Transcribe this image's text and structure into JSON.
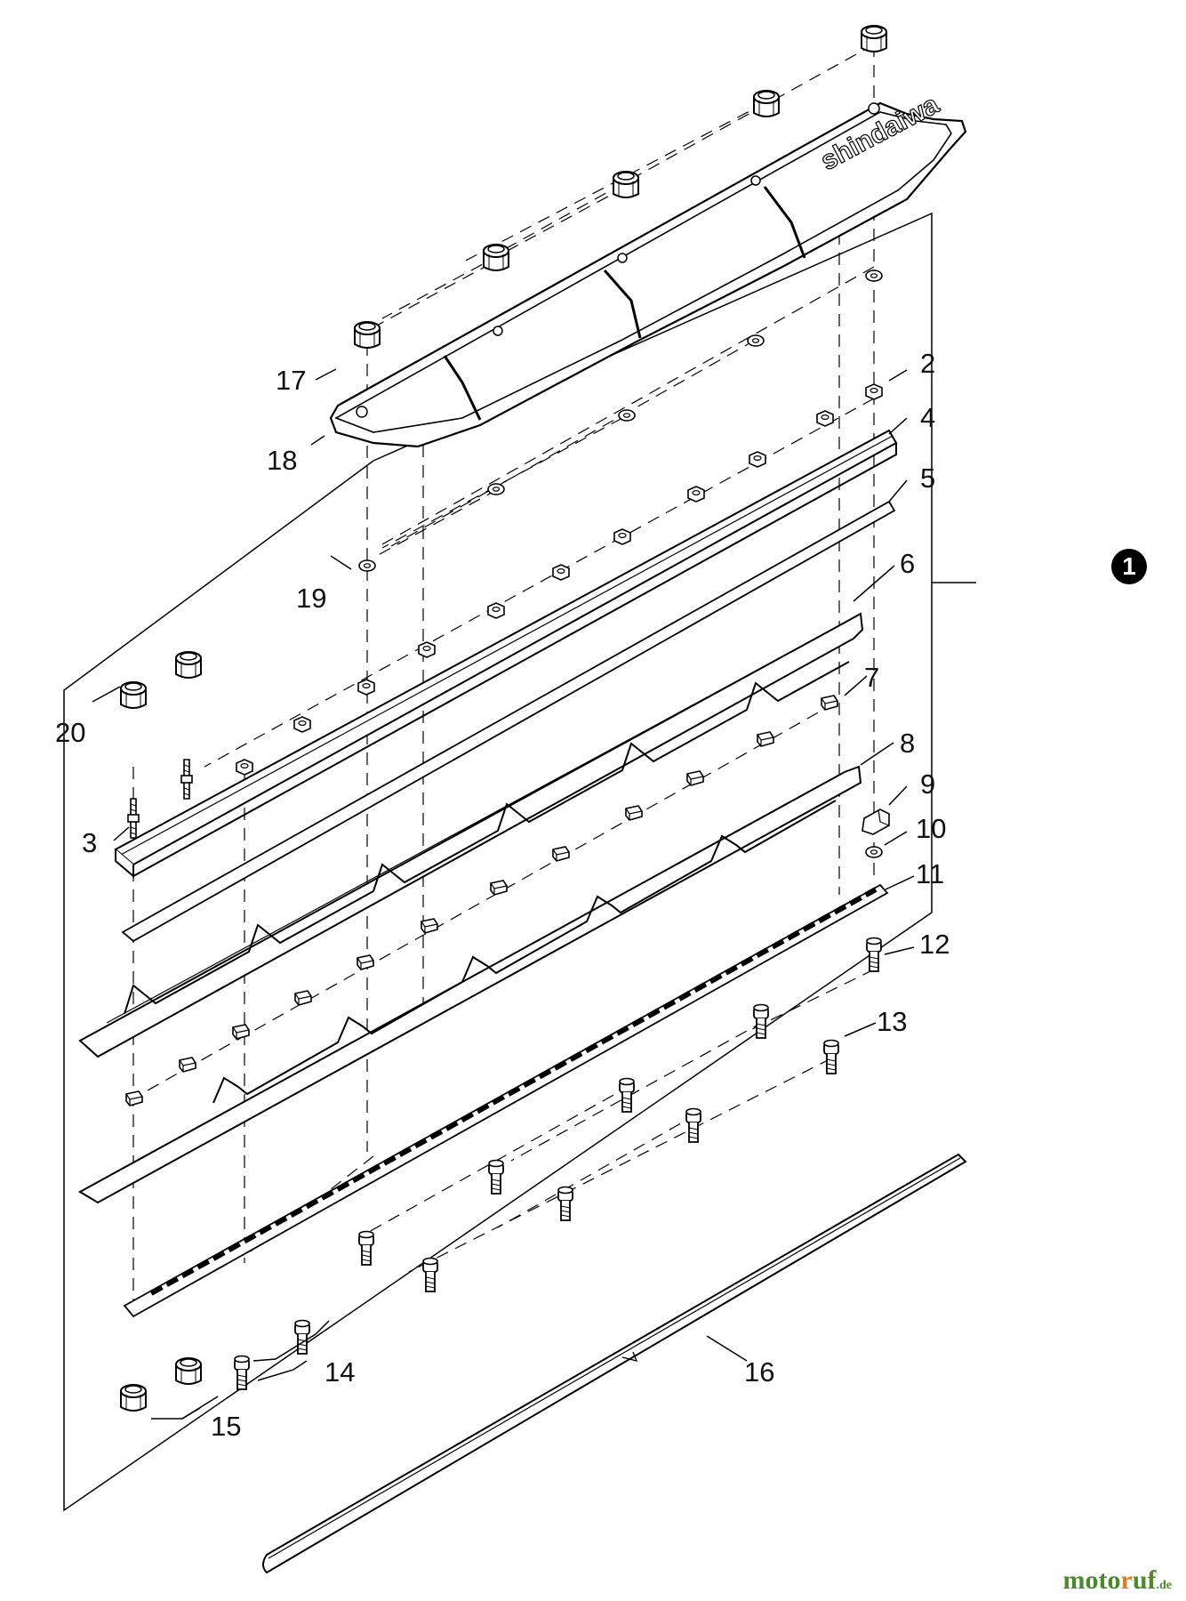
{
  "diagram": {
    "brand_text": "shindaiwa",
    "assembly_badge": "1",
    "part_labels": [
      "2",
      "3",
      "4",
      "5",
      "6",
      "7",
      "8",
      "9",
      "10",
      "11",
      "12",
      "13",
      "14",
      "15",
      "16",
      "17",
      "18",
      "19",
      "20"
    ]
  },
  "watermark": {
    "part1": "moto",
    "part2": "r",
    "part3": "uf",
    "suffix": ".de"
  }
}
